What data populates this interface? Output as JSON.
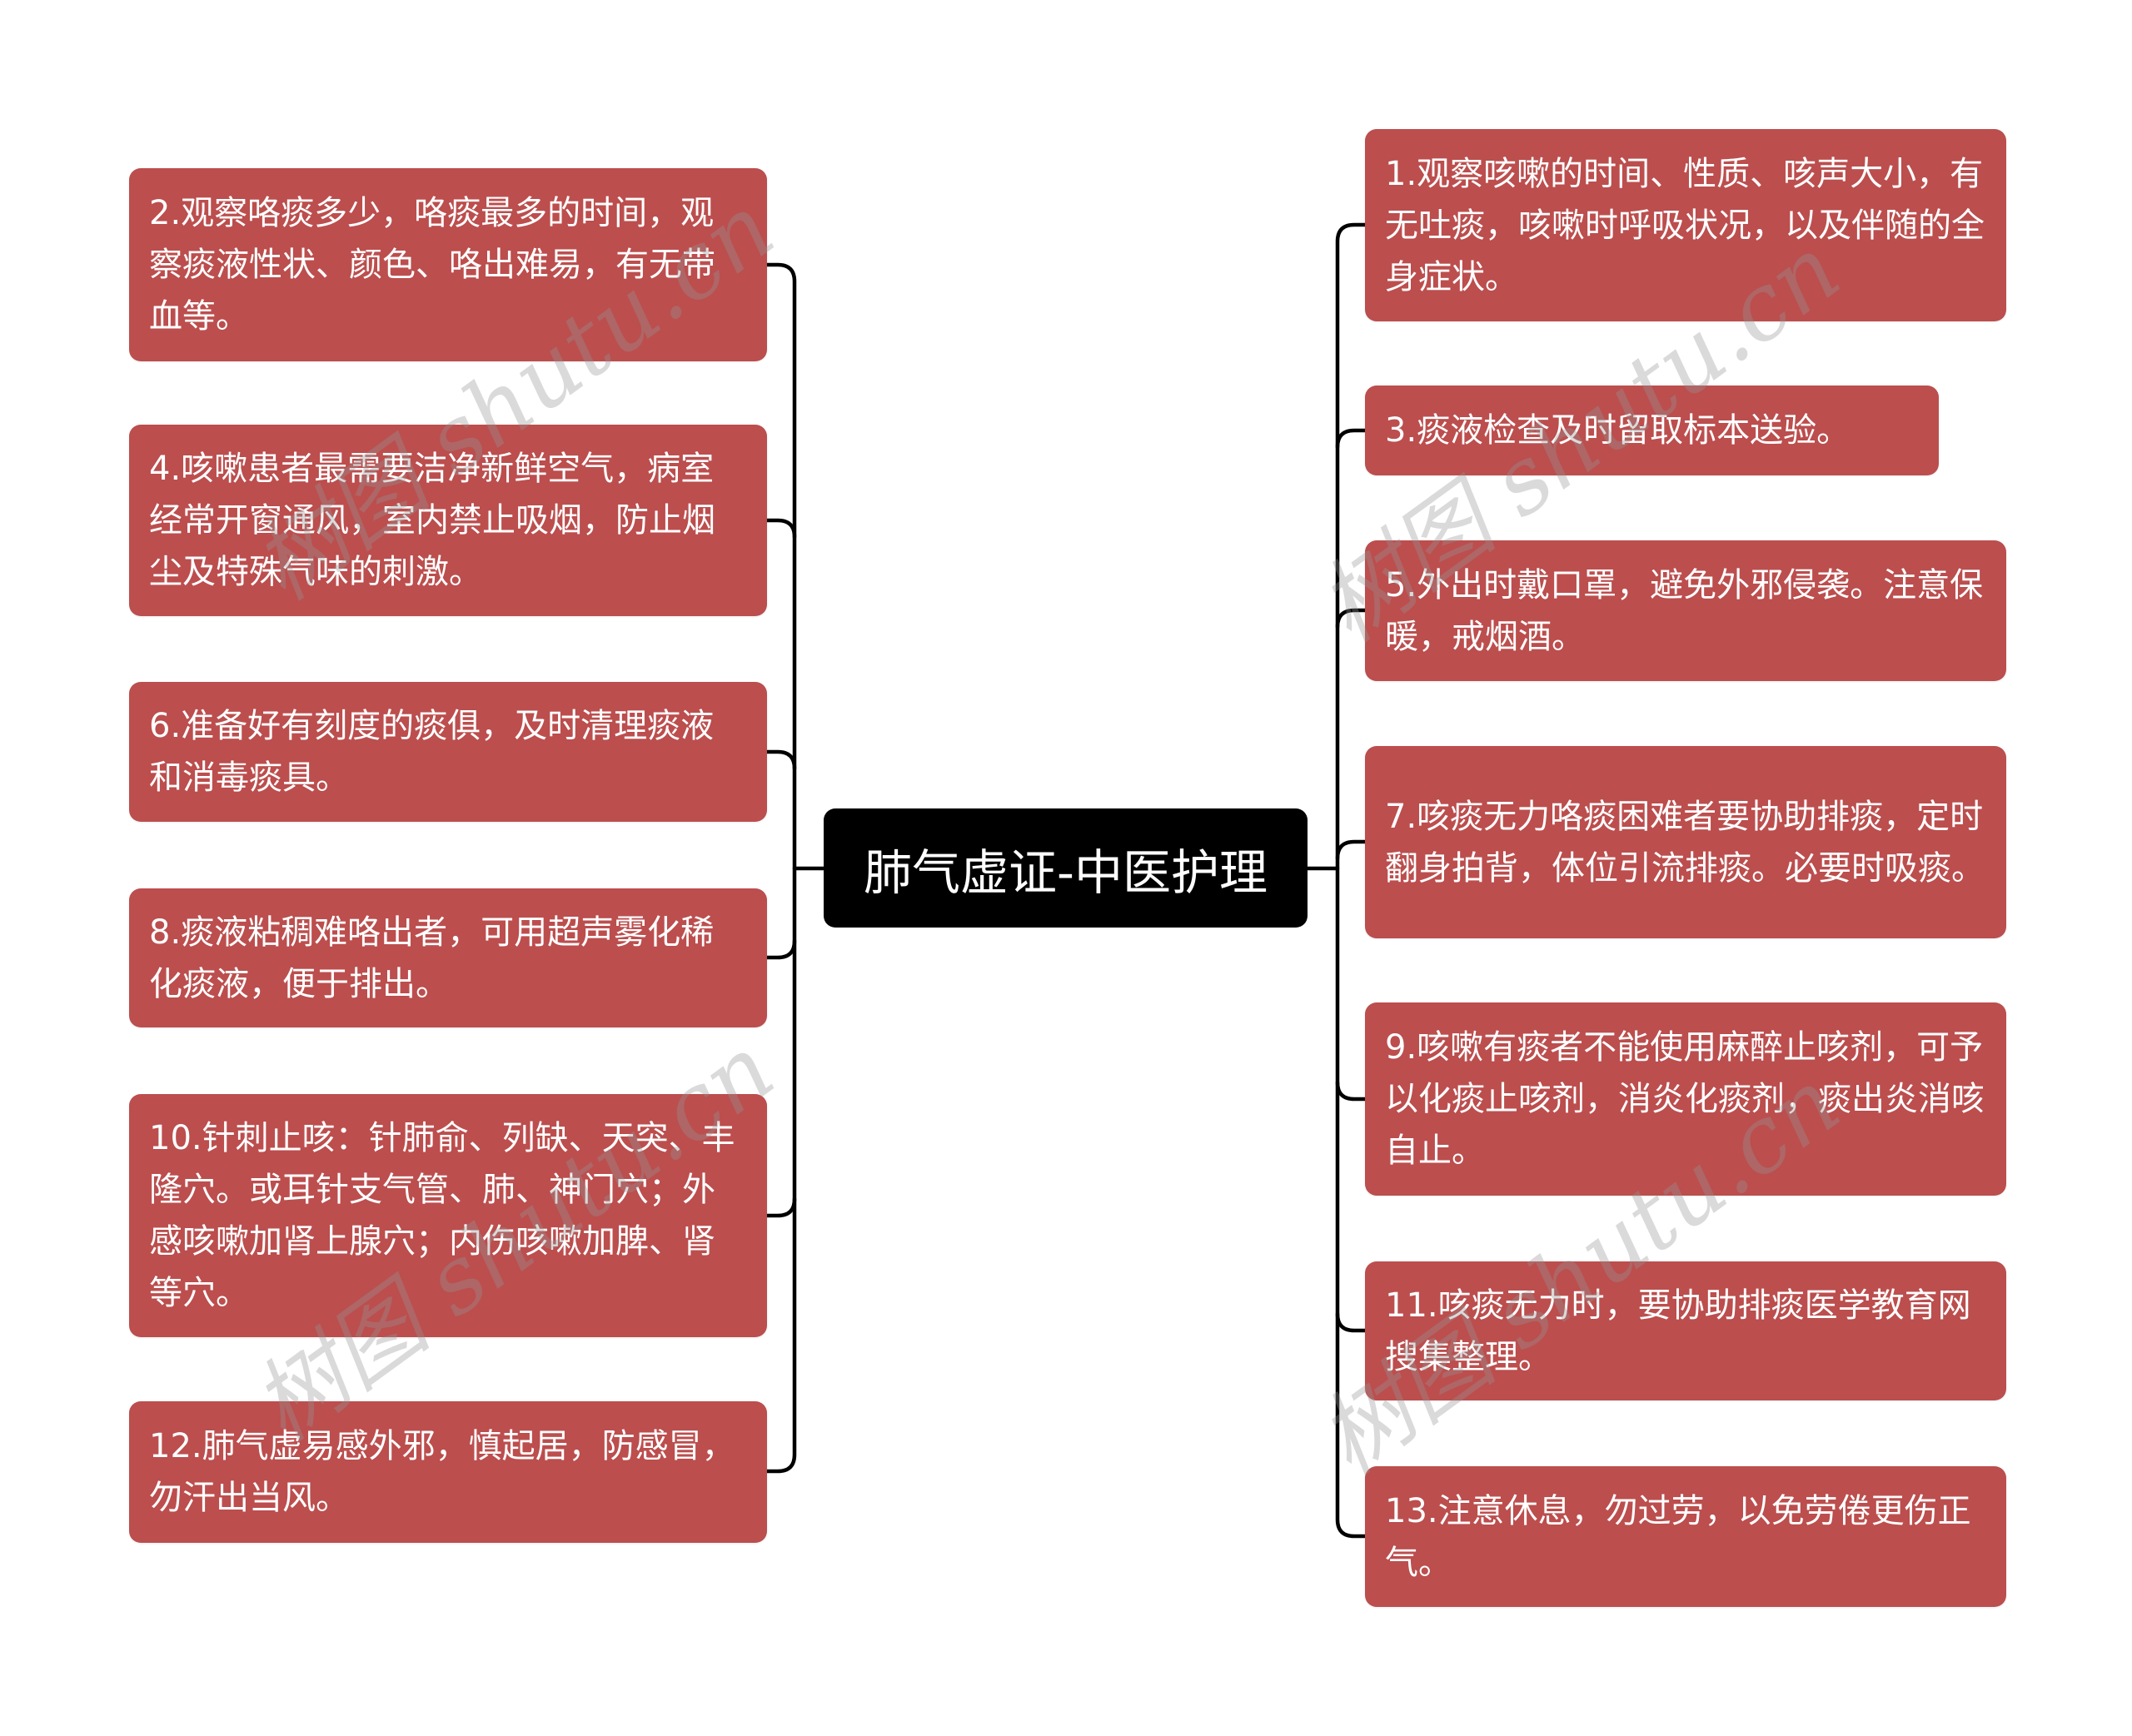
{
  "root": {
    "label": "肺气虚证-中医护理",
    "bg": "#000000"
  },
  "node_color": "#BC4E4E",
  "left_branches": [
    {
      "id": 2,
      "text": "2.观察咯痰多少，咯痰最多的时间，观察痰液性状、颜色、咯出难易，有无带血等。"
    },
    {
      "id": 4,
      "text": "4.咳嗽患者最需要洁净新鲜空气，病室经常开窗通风，室内禁止吸烟，防止烟尘及特殊气味的刺激。"
    },
    {
      "id": 6,
      "text": "6.准备好有刻度的痰俱，及时清理痰液和消毒痰具。"
    },
    {
      "id": 8,
      "text": "8.痰液粘稠难咯出者，可用超声雾化稀化痰液，便于排出。"
    },
    {
      "id": 10,
      "text": "10.针刺止咳：针肺俞、列缺、天突、丰隆穴。或耳针支气管、肺、神门穴；外感咳嗽加肾上腺穴；内伤咳嗽加脾、肾等穴。"
    },
    {
      "id": 12,
      "text": "12.肺气虚易感外邪，慎起居，防感冒，勿汗出当风。"
    }
  ],
  "right_branches": [
    {
      "id": 1,
      "text": "1.观察咳嗽的时间、性质、咳声大小，有无吐痰，咳嗽时呼吸状况，以及伴随的全身症状。"
    },
    {
      "id": 3,
      "text": "3.痰液检查及时留取标本送验。"
    },
    {
      "id": 5,
      "text": "5.外出时戴口罩，避免外邪侵袭。注意保暖，戒烟酒。"
    },
    {
      "id": 7,
      "text": "7.咳痰无力咯痰困难者要协助排痰，定时翻身拍背，体位引流排痰。必要时吸痰。"
    },
    {
      "id": 9,
      "text": "9.咳嗽有痰者不能使用麻醉止咳剂，可予以化痰止咳剂，消炎化痰剂，痰出炎消咳自止。"
    },
    {
      "id": 11,
      "text": "11.咳痰无力时，要协助排痰医学教育网搜集整理。"
    },
    {
      "id": 13,
      "text": "13.注意休息，勿过劳，以免劳倦更伤正气。"
    }
  ],
  "watermark": {
    "text": "树图 shutu.cn"
  }
}
